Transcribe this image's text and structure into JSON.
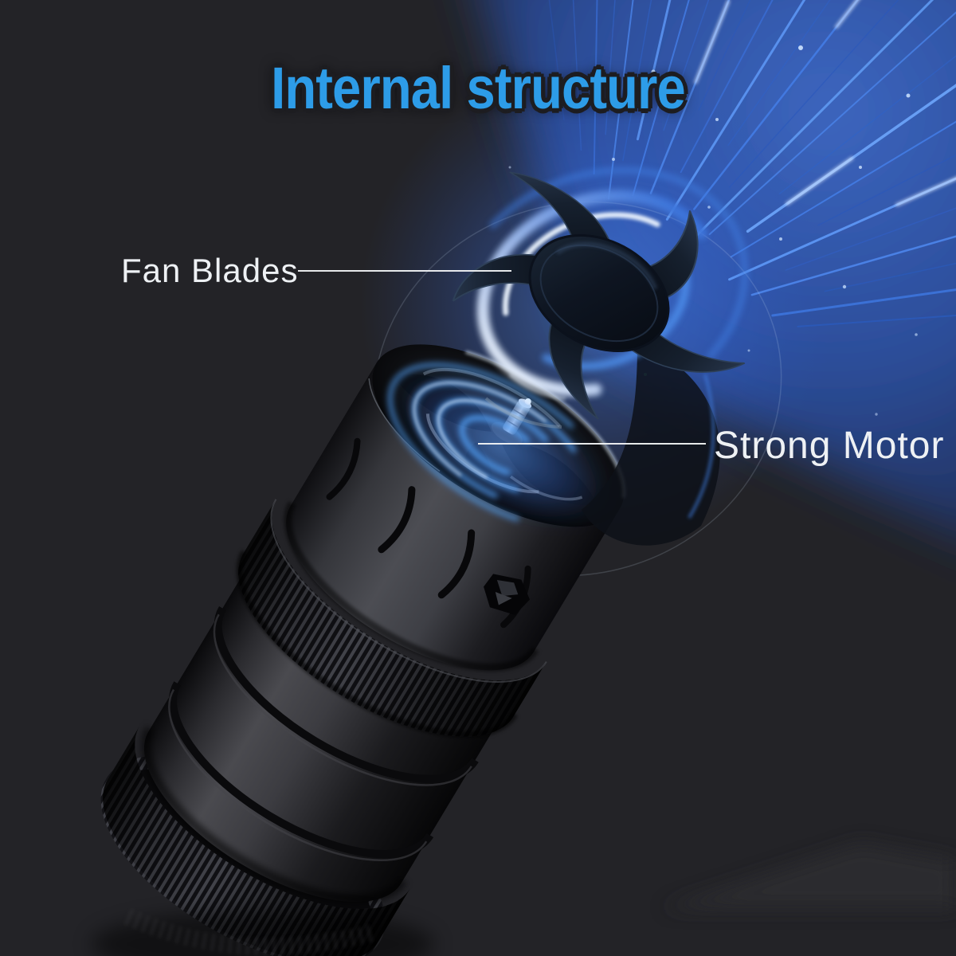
{
  "header": {
    "title": "Internal structure"
  },
  "annotations": {
    "fan_blades": {
      "label": "Fan Blades"
    },
    "strong_motor": {
      "label": "Strong Motor"
    }
  },
  "colors": {
    "background": "#232327",
    "title_blue": "#2d9ce8",
    "annotation_text": "#eef1f4",
    "leader_line": "#f2f4f6",
    "ray_blue": "#4d86ec",
    "glow_blue": "#55a6ff"
  }
}
